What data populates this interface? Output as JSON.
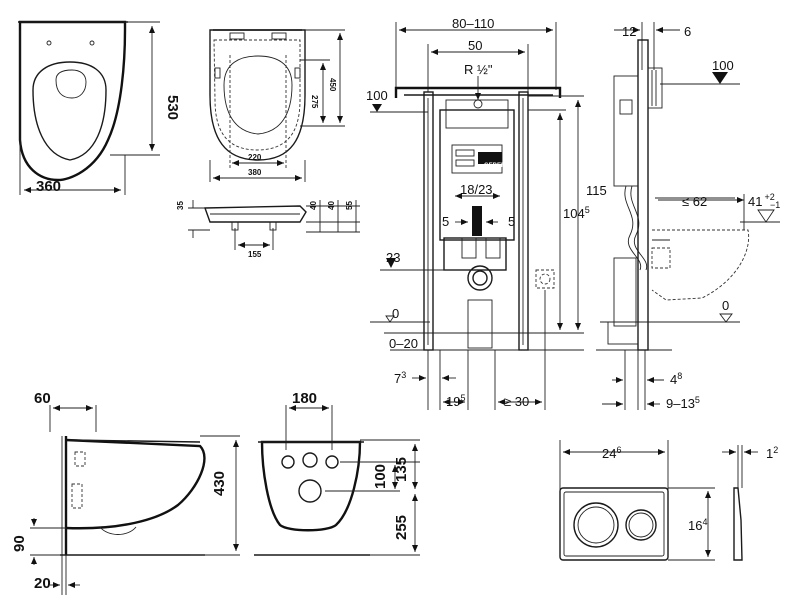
{
  "top_left": {
    "bowl_height": "530",
    "bowl_width": "360"
  },
  "seat_drawing": {
    "height_450": "450",
    "height_275": "275",
    "width_220": "220",
    "width_380": "380",
    "side_35": "35",
    "side_40": "40",
    "side_40b": "40",
    "side_55": "55",
    "hinge_155": "155"
  },
  "frame_front": {
    "width_range": "80–110",
    "width_50": "50",
    "r_half": "R ½\"",
    "level_100": "100",
    "height_115": "115",
    "height_104_main": "104",
    "height_104_sup": "5",
    "pipe_18_23": "18/23",
    "offset_5_left": "5",
    "offset_5_right": "5",
    "level_23": "23",
    "level_0": "0",
    "range_0_20": "0–20",
    "dim_7_main": "7",
    "dim_7_sup": "3",
    "dim_19_main": "19",
    "dim_19_sup": "5",
    "dim_ge30": "≥ 30",
    "brand": "GEBERIT"
  },
  "frame_side": {
    "dim_12": "12",
    "dim_6": "6",
    "level_100": "100",
    "le_62": "≤ 62",
    "dim_41": "41",
    "dim_41_tol_plus": "+2",
    "dim_41_tol_minus": "−1",
    "level_0": "0",
    "dim_4_main": "4",
    "dim_4_sup": "8",
    "range_9_13_main": "9–13",
    "range_9_13_sup": "5"
  },
  "bottom_left": {
    "dim_60": "60",
    "dim_430": "430",
    "dim_90": "90",
    "dim_20": "20"
  },
  "bottom_mid": {
    "dim_180": "180",
    "dim_100": "100",
    "dim_135": "135",
    "dim_255": "255"
  },
  "plate": {
    "width_main": "24",
    "width_sup": "6",
    "height_main": "16",
    "height_sup": "4",
    "depth_main": "1",
    "depth_sup": "2"
  }
}
